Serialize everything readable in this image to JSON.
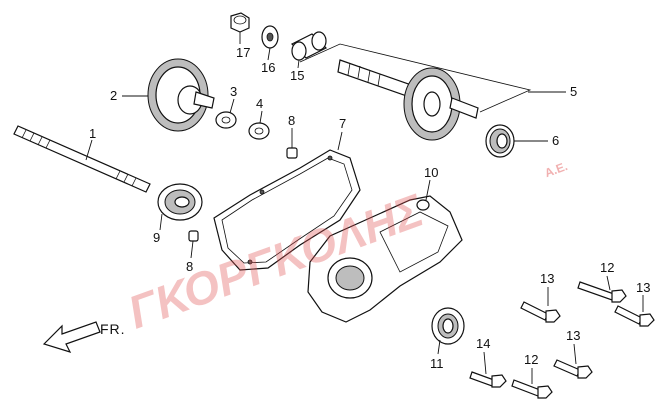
{
  "callouts": [
    {
      "id": "c1",
      "label": "1"
    },
    {
      "id": "c2",
      "label": "2"
    },
    {
      "id": "c3",
      "label": "3"
    },
    {
      "id": "c4",
      "label": "4"
    },
    {
      "id": "c5",
      "label": "5"
    },
    {
      "id": "c6",
      "label": "6"
    },
    {
      "id": "c7",
      "label": "7"
    },
    {
      "id": "c8a",
      "label": "8"
    },
    {
      "id": "c8b",
      "label": "8"
    },
    {
      "id": "c9",
      "label": "9"
    },
    {
      "id": "c10",
      "label": "10"
    },
    {
      "id": "c11",
      "label": "11"
    },
    {
      "id": "c12a",
      "label": "12"
    },
    {
      "id": "c12b",
      "label": "12"
    },
    {
      "id": "c13a",
      "label": "13"
    },
    {
      "id": "c13b",
      "label": "13"
    },
    {
      "id": "c13c",
      "label": "13"
    },
    {
      "id": "c14",
      "label": "14"
    },
    {
      "id": "c15",
      "label": "15"
    },
    {
      "id": "c16",
      "label": "16"
    },
    {
      "id": "c17",
      "label": "17"
    }
  ],
  "direction_label": "FR.",
  "watermark": {
    "text": "ΓΚΟΡΓΚΟΛΗΣ",
    "suffix": "Α.Ε."
  }
}
